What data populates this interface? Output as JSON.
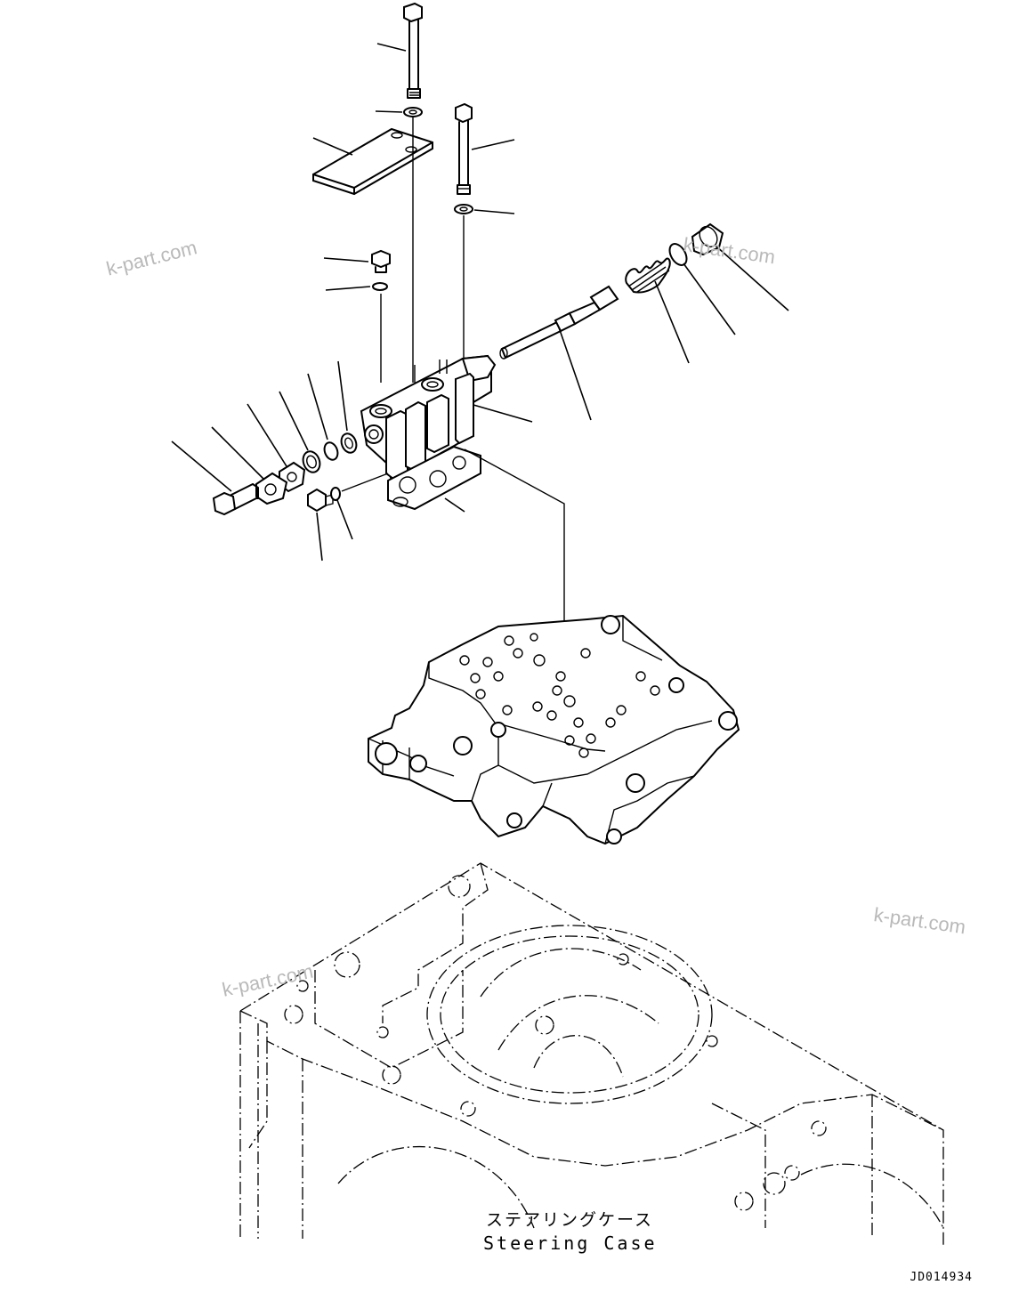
{
  "watermarks": [
    "k-part.com",
    "k-part.com",
    "k-part.com",
    "k-part.com"
  ],
  "case_label_jp": "ステアリングケース",
  "case_label_en": "Steering Case",
  "drawing_id": "JD014934"
}
